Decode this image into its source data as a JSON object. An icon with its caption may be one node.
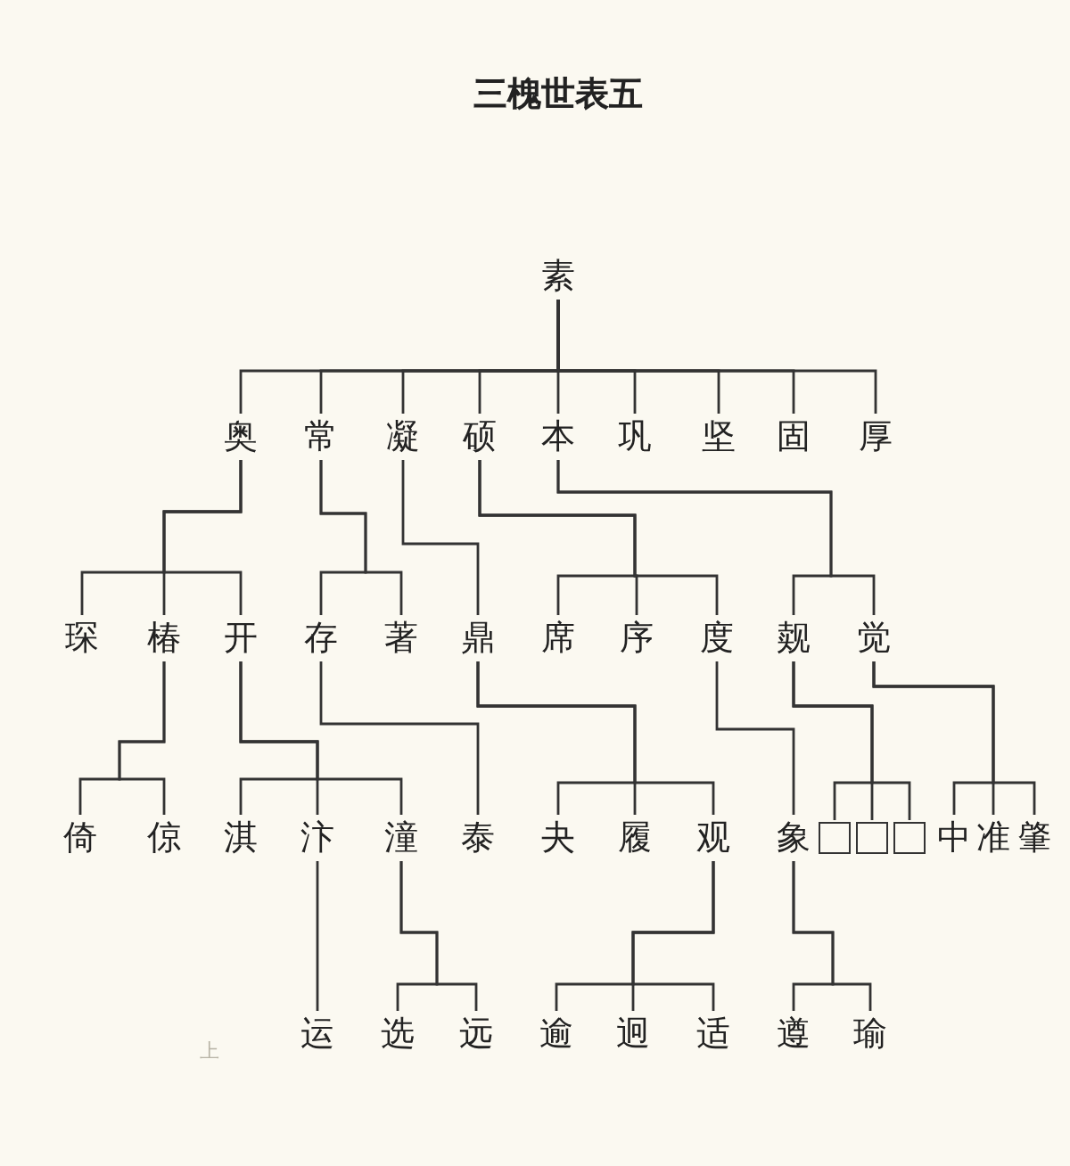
{
  "diagram": {
    "title": "三槐世表五",
    "nodes": [
      {
        "text": [
          "素"
        ]
      },
      {
        "text": [
          "奥"
        ]
      },
      {
        "text": [
          "常"
        ]
      },
      {
        "text": [
          "凝"
        ]
      },
      {
        "text": [
          "硕"
        ]
      },
      {
        "text": [
          "本"
        ]
      },
      {
        "text": [
          "巩"
        ]
      },
      {
        "text": [
          "坚"
        ]
      },
      {
        "text": [
          "固"
        ]
      },
      {
        "text": [
          "厚"
        ]
      },
      {
        "text": [
          "琛"
        ]
      },
      {
        "text": [
          "椿"
        ]
      },
      {
        "text": [
          "开"
        ]
      },
      {
        "text": [
          "存"
        ]
      },
      {
        "text": [
          "著"
        ]
      },
      {
        "text": [
          "鼎"
        ]
      },
      {
        "text": [
          "席"
        ]
      },
      {
        "text": [
          "序"
        ]
      },
      {
        "text": [
          "度"
        ]
      },
      {
        "text": [
          "觌"
        ]
      },
      {
        "text": [
          "觉"
        ]
      },
      {
        "text": [
          "倚"
        ]
      },
      {
        "text": [
          "倞"
        ]
      },
      {
        "text": [
          "淇"
        ]
      },
      {
        "text": [
          "汴"
        ]
      },
      {
        "text": [
          "潼"
        ]
      },
      {
        "text": [
          "泰"
        ]
      },
      {
        "text": [
          "夬"
        ]
      },
      {
        "text": [
          "履"
        ]
      },
      {
        "text": [
          "观"
        ]
      },
      {
        "text": [
          "象"
        ]
      },
      {
        "text": [],
        "shape": "box"
      },
      {
        "text": [],
        "shape": "box"
      },
      {
        "text": [],
        "shape": "box"
      },
      {
        "text": [
          "中"
        ]
      },
      {
        "text": [
          "准"
        ]
      },
      {
        "text": [
          "肇"
        ]
      },
      {
        "text": [
          "运"
        ]
      },
      {
        "text": [
          "选"
        ]
      },
      {
        "text": [
          "远"
        ]
      },
      {
        "text": [
          "逾"
        ]
      },
      {
        "text": [
          "迥"
        ]
      },
      {
        "text": [
          "适"
        ]
      },
      {
        "text": [
          "遵"
        ]
      },
      {
        "text": [
          "瑜"
        ]
      }
    ],
    "edges": [
      {
        "from": 0,
        "to": 1,
        "arrow": "none"
      },
      {
        "from": 0,
        "to": 2,
        "arrow": "none"
      },
      {
        "from": 0,
        "to": 3,
        "arrow": "none"
      },
      {
        "from": 0,
        "to": 4,
        "arrow": "none"
      },
      {
        "from": 0,
        "to": 5,
        "arrow": "none"
      },
      {
        "from": 0,
        "to": 6,
        "arrow": "none"
      },
      {
        "from": 0,
        "to": 7,
        "arrow": "none"
      },
      {
        "from": 0,
        "to": 8,
        "arrow": "none"
      },
      {
        "from": 0,
        "to": 9,
        "arrow": "none"
      },
      {
        "from": 1,
        "to": 10,
        "arrow": "none"
      },
      {
        "from": 1,
        "to": 11,
        "arrow": "none"
      },
      {
        "from": 1,
        "to": 12,
        "arrow": "none"
      },
      {
        "from": 2,
        "to": 13,
        "arrow": "none"
      },
      {
        "from": 2,
        "to": 14,
        "arrow": "none"
      },
      {
        "from": 3,
        "to": 15,
        "arrow": "none"
      },
      {
        "from": 4,
        "to": 16,
        "arrow": "none"
      },
      {
        "from": 4,
        "to": 17,
        "arrow": "none"
      },
      {
        "from": 4,
        "to": 18,
        "arrow": "none"
      },
      {
        "from": 5,
        "to": 19,
        "arrow": "none"
      },
      {
        "from": 5,
        "to": 20,
        "arrow": "none"
      },
      {
        "from": 11,
        "to": 21,
        "arrow": "none"
      },
      {
        "from": 11,
        "to": 22,
        "arrow": "none"
      },
      {
        "from": 12,
        "to": 23,
        "arrow": "none"
      },
      {
        "from": 12,
        "to": 24,
        "arrow": "none"
      },
      {
        "from": 12,
        "to": 25,
        "arrow": "none"
      },
      {
        "from": 13,
        "to": 26,
        "arrow": "none"
      },
      {
        "from": 15,
        "to": 27,
        "arrow": "none"
      },
      {
        "from": 15,
        "to": 28,
        "arrow": "none"
      },
      {
        "from": 15,
        "to": 29,
        "arrow": "none"
      },
      {
        "from": 18,
        "to": 30,
        "arrow": "none"
      },
      {
        "from": 19,
        "to": 31,
        "arrow": "none"
      },
      {
        "from": 19,
        "to": 32,
        "arrow": "none"
      },
      {
        "from": 19,
        "to": 33,
        "arrow": "none"
      },
      {
        "from": 20,
        "to": 34,
        "arrow": "none"
      },
      {
        "from": 20,
        "to": 35,
        "arrow": "none"
      },
      {
        "from": 20,
        "to": 36,
        "arrow": "none"
      },
      {
        "from": 24,
        "to": 37,
        "arrow": "none"
      },
      {
        "from": 25,
        "to": 38,
        "arrow": "none"
      },
      {
        "from": 25,
        "to": 39,
        "arrow": "none"
      },
      {
        "from": 29,
        "to": 40,
        "arrow": "none"
      },
      {
        "from": 29,
        "to": 41,
        "arrow": "none"
      },
      {
        "from": 29,
        "to": 42,
        "arrow": "none"
      },
      {
        "from": 30,
        "to": 43,
        "arrow": "none"
      },
      {
        "from": 30,
        "to": 44,
        "arrow": "none"
      }
    ],
    "labels": [
      "上"
    ]
  }
}
